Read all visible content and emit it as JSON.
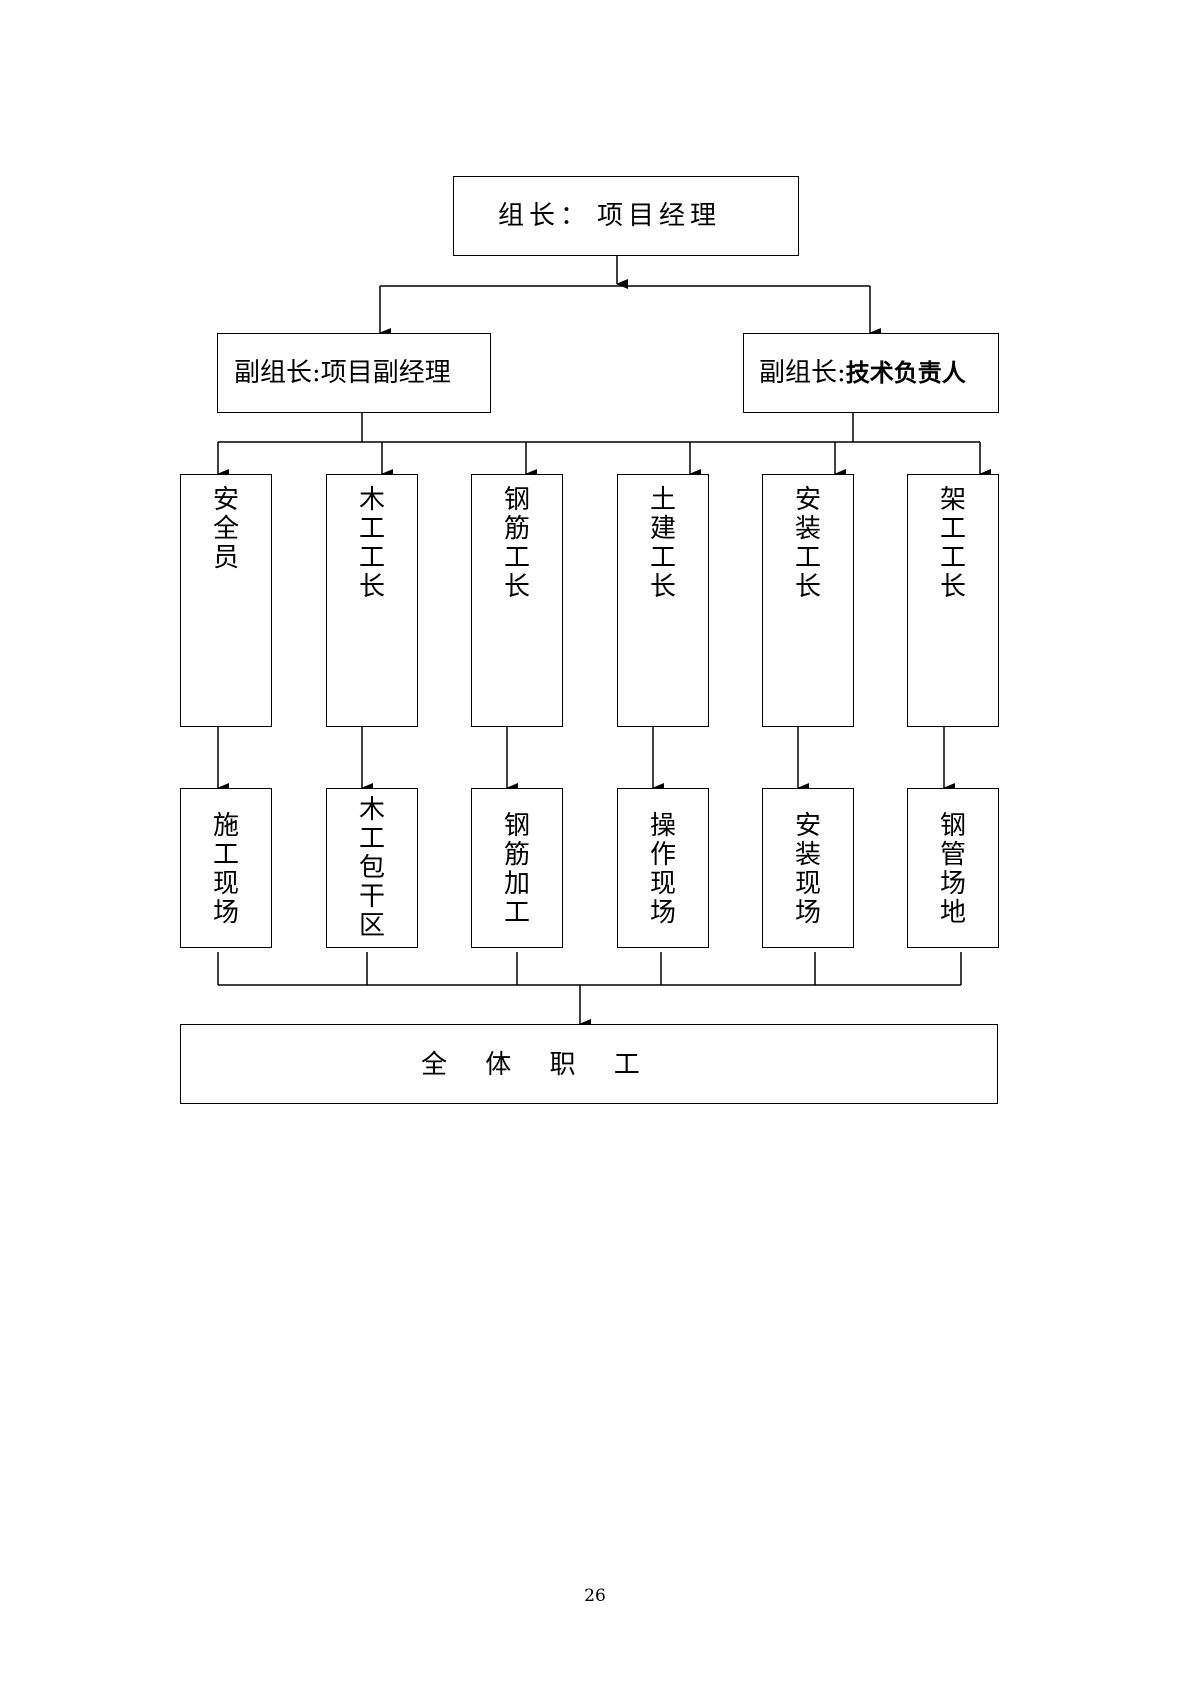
{
  "top": {
    "label_role": "组长：",
    "label_title": "项目经理"
  },
  "deputies": [
    {
      "role": "副组长:",
      "title": "项目副经理"
    },
    {
      "role": "副组长:",
      "title": "技术负责人"
    }
  ],
  "foremen": [
    "安全员",
    "木工工长",
    "钢筋工长",
    "土建工长",
    "安装工长",
    "架工工长"
  ],
  "areas": [
    "施工现场",
    "木工包干区",
    "钢筋加工",
    "操作现场",
    "安装现场",
    "钢管场地"
  ],
  "bottom": {
    "label": "全 体 职 工"
  },
  "page_number": "26"
}
